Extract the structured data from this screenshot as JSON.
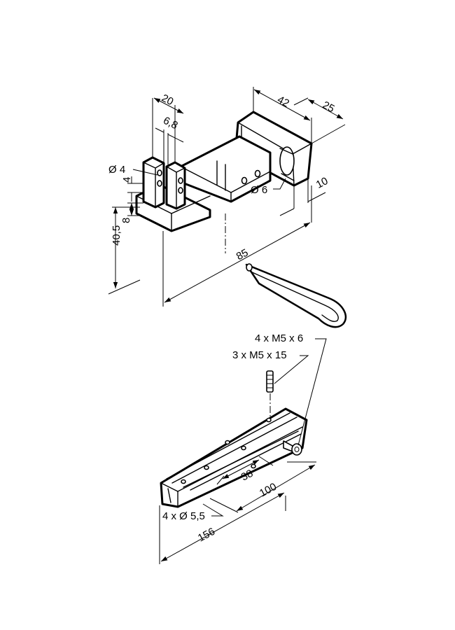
{
  "bracket": {
    "dim_20": "20",
    "dim_6_8": "6,8",
    "dim_42": "42",
    "dim_25": "25",
    "dim_dia4": "Ø 4",
    "dim_4": "4",
    "dim_8": "8",
    "dim_40_5": "40,5",
    "dim_dia6": "Ø 6",
    "dim_10": "10",
    "dim_85": "85"
  },
  "rail": {
    "screw_4": "4 x M5 x 6",
    "screw_3": "3 x M5 x 15",
    "dim_38": "38",
    "dim_100": "100",
    "holes": "4 x Ø 5,5",
    "dim_156": "156"
  }
}
